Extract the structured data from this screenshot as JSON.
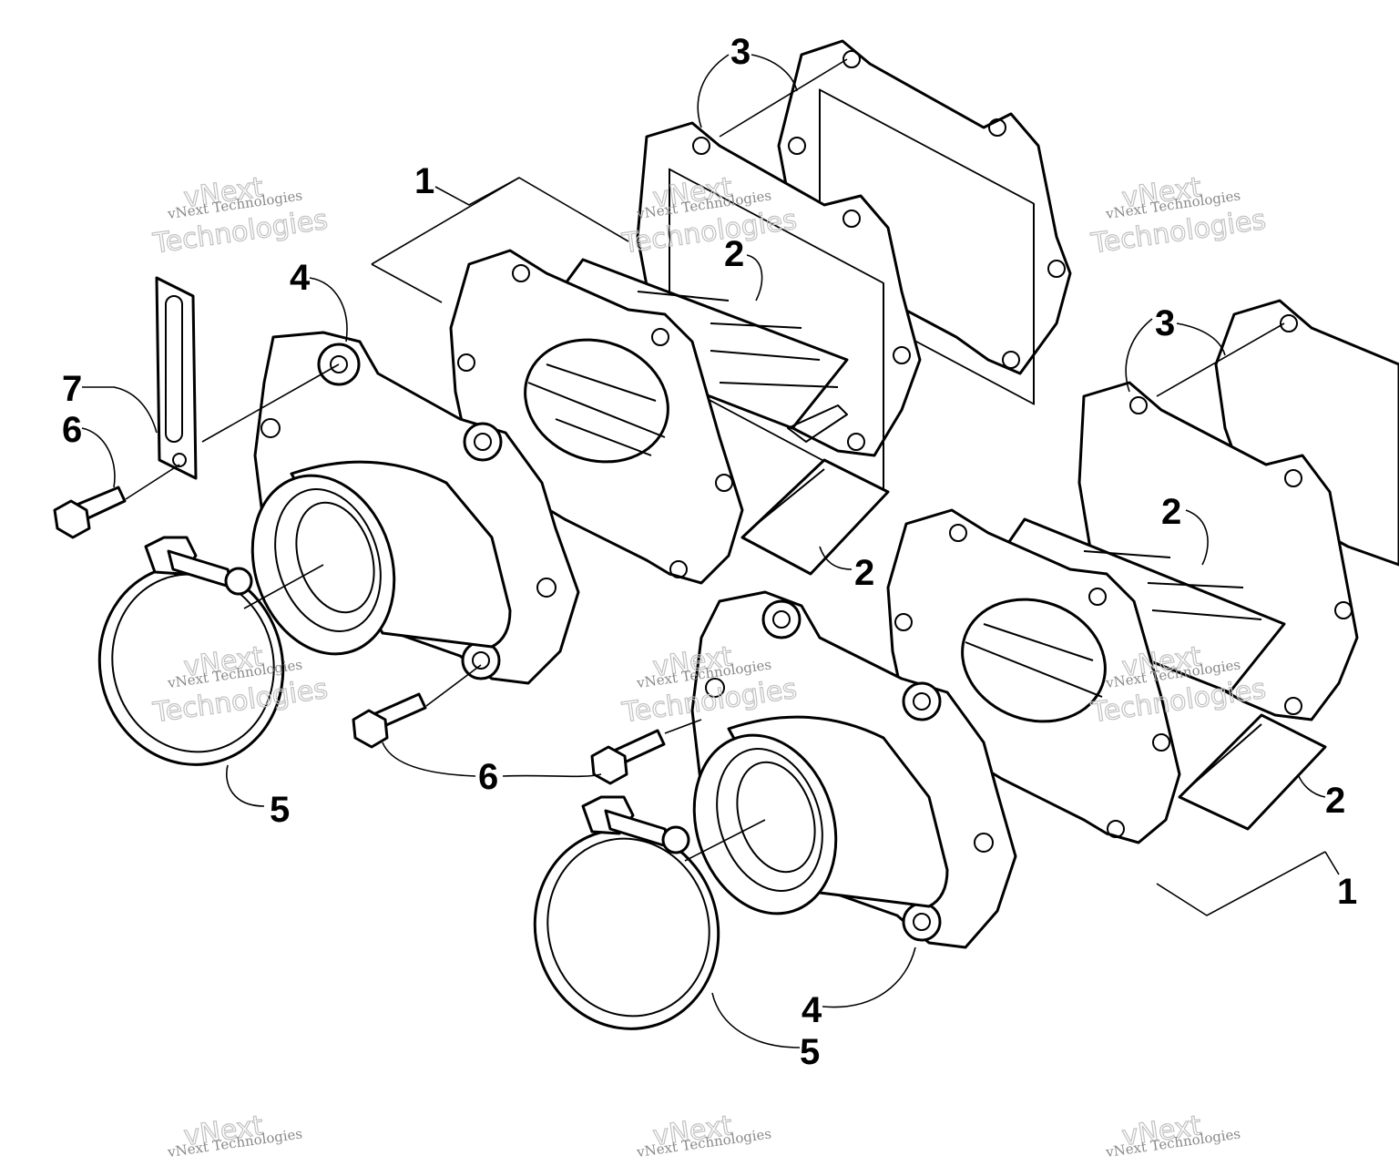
{
  "diagram": {
    "callouts": [
      "1",
      "2",
      "3",
      "4",
      "5",
      "6",
      "7"
    ],
    "watermark": {
      "line1": "vNext Technologies",
      "line2": "vNext",
      "line3": "Technologies"
    }
  },
  "colors": {
    "line": "#000000",
    "background": "#ffffff",
    "watermark": "#8a8a8a"
  }
}
